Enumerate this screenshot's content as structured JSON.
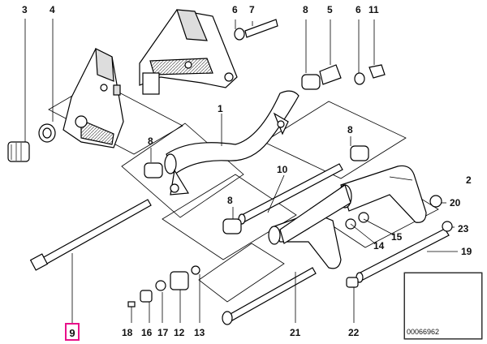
{
  "diagram": {
    "labels": [
      "1",
      "2",
      "3",
      "4",
      "5",
      "6",
      "6",
      "7",
      "8",
      "8",
      "8",
      "9",
      "10",
      "11",
      "12",
      "13",
      "14",
      "15",
      "16",
      "17",
      "18",
      "19",
      "20",
      "21",
      "22",
      "23"
    ],
    "highlighted_label": "9",
    "reference_code": "00066962",
    "colors": {
      "line": "#000000",
      "highlight": "#e8118a",
      "fill": "#ffffff",
      "shade": "#d9d9d9"
    }
  }
}
